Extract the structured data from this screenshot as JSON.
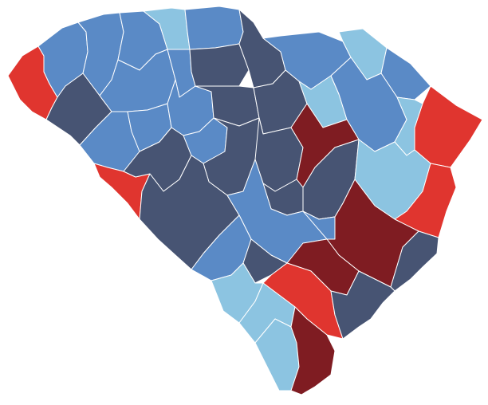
{
  "palette": {
    "dark-navy": "#475473",
    "medium-blue": "#5a8ac6",
    "light-blue": "#8cc4e1",
    "bright-red": "#e0352f",
    "dark-red": "#7f1c22"
  },
  "regions": [
    {
      "id": "county-oconee",
      "color": "bright-red"
    },
    {
      "id": "county-pickens",
      "color": "medium-blue"
    },
    {
      "id": "county-greenville",
      "color": "medium-blue"
    },
    {
      "id": "county-spartanburg",
      "color": "medium-blue"
    },
    {
      "id": "county-cherokee",
      "color": "light-blue"
    },
    {
      "id": "county-york",
      "color": "medium-blue"
    },
    {
      "id": "county-anderson",
      "color": "dark-navy"
    },
    {
      "id": "county-laurens",
      "color": "medium-blue"
    },
    {
      "id": "county-union",
      "color": "medium-blue"
    },
    {
      "id": "county-chester",
      "color": "dark-navy"
    },
    {
      "id": "county-lancaster",
      "color": "dark-navy"
    },
    {
      "id": "county-chesterfield",
      "color": "medium-blue"
    },
    {
      "id": "county-marlboro",
      "color": "light-blue"
    },
    {
      "id": "county-dillon",
      "color": "medium-blue"
    },
    {
      "id": "county-horry",
      "color": "bright-red"
    },
    {
      "id": "county-abbeville",
      "color": "medium-blue"
    },
    {
      "id": "county-greenwood",
      "color": "medium-blue"
    },
    {
      "id": "county-newberry",
      "color": "medium-blue"
    },
    {
      "id": "county-fairfield",
      "color": "dark-navy"
    },
    {
      "id": "county-kershaw",
      "color": "dark-navy"
    },
    {
      "id": "county-darlington",
      "color": "light-blue"
    },
    {
      "id": "county-florence",
      "color": "medium-blue"
    },
    {
      "id": "county-marion",
      "color": "light-blue"
    },
    {
      "id": "county-mccormick",
      "color": "bright-red"
    },
    {
      "id": "county-edgefield",
      "color": "dark-navy"
    },
    {
      "id": "county-saluda",
      "color": "medium-blue"
    },
    {
      "id": "county-lexington",
      "color": "dark-navy"
    },
    {
      "id": "county-richland",
      "color": "dark-navy"
    },
    {
      "id": "county-lee",
      "color": "dark-red"
    },
    {
      "id": "county-sumter",
      "color": "dark-navy"
    },
    {
      "id": "county-williamsburg",
      "color": "light-blue"
    },
    {
      "id": "county-georgetown",
      "color": "bright-red"
    },
    {
      "id": "county-aiken",
      "color": "dark-navy"
    },
    {
      "id": "county-calhoun",
      "color": "dark-navy"
    },
    {
      "id": "county-orangeburg",
      "color": "medium-blue"
    },
    {
      "id": "county-clarendon",
      "color": "medium-blue"
    },
    {
      "id": "county-berkeley",
      "color": "dark-red"
    },
    {
      "id": "county-charleston",
      "color": "dark-navy"
    },
    {
      "id": "county-barnwell",
      "color": "medium-blue"
    },
    {
      "id": "county-bamberg",
      "color": "dark-navy"
    },
    {
      "id": "county-dorchester",
      "color": "dark-red"
    },
    {
      "id": "county-colleton",
      "color": "bright-red"
    },
    {
      "id": "county-allendale",
      "color": "light-blue"
    },
    {
      "id": "county-hampton",
      "color": "light-blue"
    },
    {
      "id": "county-jasper",
      "color": "light-blue"
    },
    {
      "id": "county-beaufort",
      "color": "dark-red"
    },
    {
      "id": "county-charleston-south",
      "color": "dark-navy"
    }
  ]
}
